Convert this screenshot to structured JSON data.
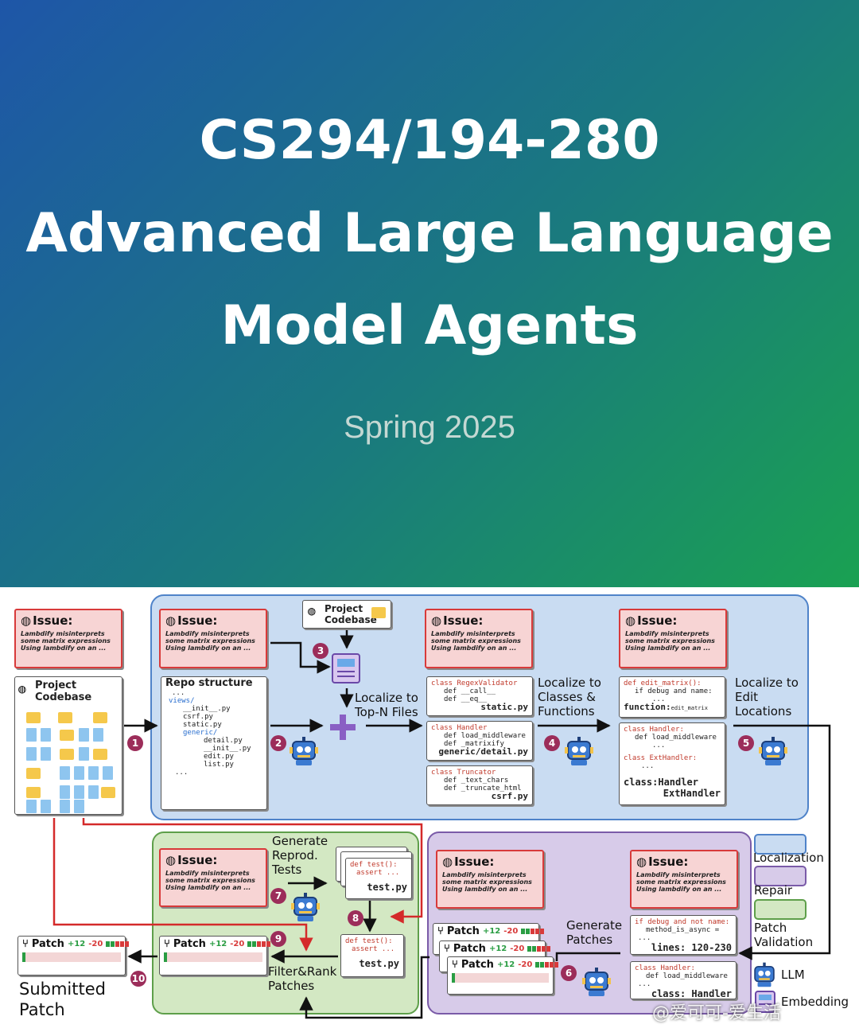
{
  "hero": {
    "title_lines": [
      "CS294/194-280",
      "Advanced Large Language",
      "Model Agents"
    ],
    "subtitle": "Spring 2025"
  },
  "diagram": {
    "issue_title": "Issue:",
    "issue_text": "Lambdify misinterprets\nsome matrix expressions\nUsing lambdify on an ...",
    "project_codebase": "Project\nCodebase",
    "repo_structure": {
      "title": "Repo structure",
      "lines": [
        "...",
        "views/",
        "__init__.py",
        "csrf.py",
        "static.py",
        "generic/",
        "detail.py",
        "__init__.py",
        "edit.py",
        "list.py",
        "..."
      ]
    },
    "labels": {
      "localize_files": "Localize to\nTop-N Files",
      "localize_classes": "Localize to\nClasses &\nFunctions",
      "localize_edit": "Localize to\nEdit\nLocations",
      "generate_tests": "Generate\nReprod.\nTests",
      "filter_rank": "Filter&Rank\nPatches",
      "generate_patches": "Generate\nPatches",
      "submitted_patch": "Submitted\nPatch"
    },
    "file_boxes": [
      {
        "l1": "class RegexValidator",
        "l2": "def __call__",
        "l3": "def __eq__",
        "file": "static.py"
      },
      {
        "l1": "class Handler",
        "l2": "def load_middleware",
        "l3": "def _matrixify",
        "file": "generic/detail.py"
      },
      {
        "l1": "class Truncator",
        "l2": "def _text_chars",
        "l3": "def _truncate_html",
        "file": "csrf.py"
      }
    ],
    "edit_box1": {
      "l1": "def edit_matrix():",
      "l2": "if debug and name:",
      "l3": "...",
      "l4": "function:",
      "l5": "edit_matrix"
    },
    "edit_box2": {
      "l1": "class Handler:",
      "l2": "def load_middleware",
      "l3": "...",
      "l4": "class ExtHandler:",
      "l5": "...",
      "l6": "class:",
      "l7": "Handler",
      "l8": "ExtHandler"
    },
    "repair_box1": {
      "l1": "if debug and not name:",
      "l2": "method_is_async =",
      "l3": "...",
      "l4": "lines: 120-230"
    },
    "repair_box2": {
      "l1": "class Handler:",
      "l2": "def load_middleware",
      "l3": "...",
      "l4": "class: Handler"
    },
    "test_box": {
      "l1": "def test():",
      "l2": "assert ...",
      "file": "test.py"
    },
    "patch": {
      "label": "Patch",
      "plus": "+12",
      "minus": "-20"
    },
    "steps": [
      "1",
      "2",
      "3",
      "4",
      "5",
      "6",
      "7",
      "8",
      "9",
      "10"
    ],
    "legend": [
      {
        "label": "Localization",
        "color": "#c9dcf2"
      },
      {
        "label": "Repair",
        "color": "#d7cbe9"
      },
      {
        "label": "Patch\nValidation",
        "color": "#d3e8c3"
      },
      {
        "label": "LLM",
        "icon": "robot-icon"
      },
      {
        "label": "Embedding",
        "icon": "embedding-icon"
      }
    ]
  },
  "watermark": "@爱可可-爱生活"
}
